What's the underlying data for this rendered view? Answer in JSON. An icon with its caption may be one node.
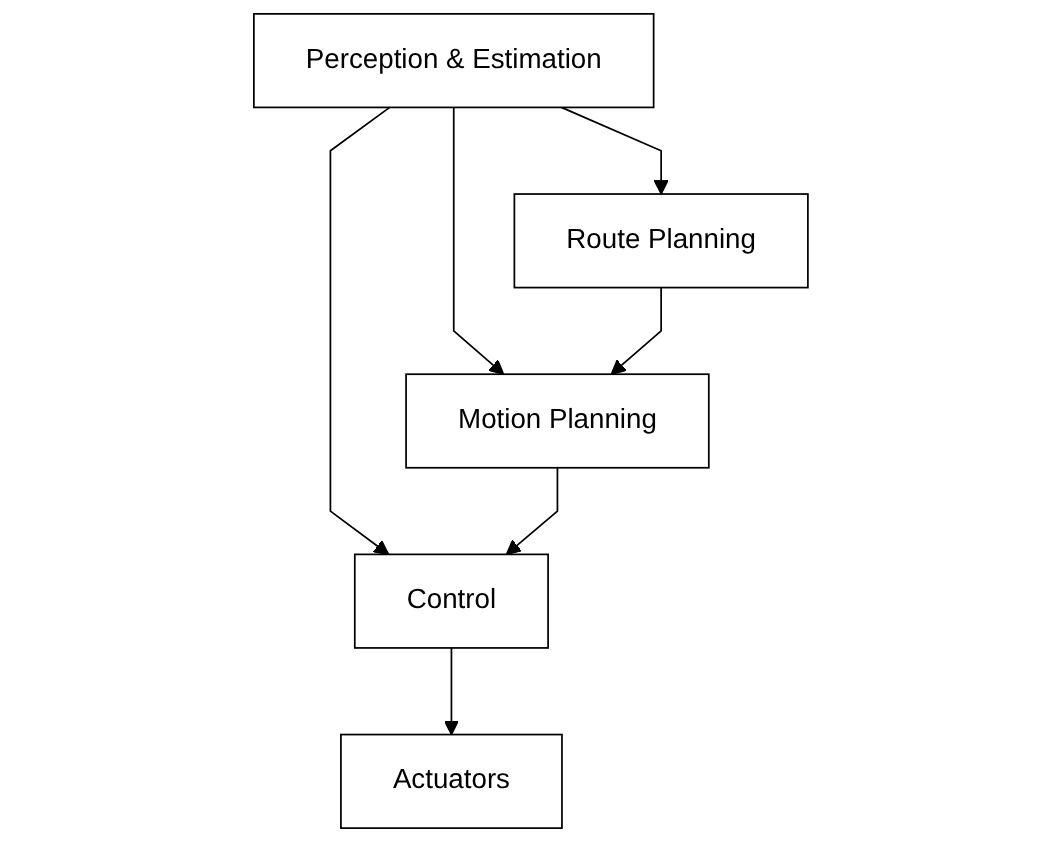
{
  "diagram": {
    "nodes": [
      {
        "text": [
          "Perception & Estimation"
        ]
      },
      {
        "text": [
          "Route Planning"
        ]
      },
      {
        "text": [
          "Motion Planning"
        ]
      },
      {
        "text": [
          "Control"
        ]
      },
      {
        "text": [
          "Actuators"
        ]
      }
    ],
    "edges": [
      {
        "from": 0,
        "to": 1,
        "arrow": "to"
      },
      {
        "from": 0,
        "to": 2,
        "arrow": "to"
      },
      {
        "from": 0,
        "to": 3,
        "arrow": "to"
      },
      {
        "from": 1,
        "to": 2,
        "arrow": "to"
      },
      {
        "from": 2,
        "to": 3,
        "arrow": "to"
      },
      {
        "from": 3,
        "to": 4,
        "arrow": "to"
      }
    ]
  }
}
